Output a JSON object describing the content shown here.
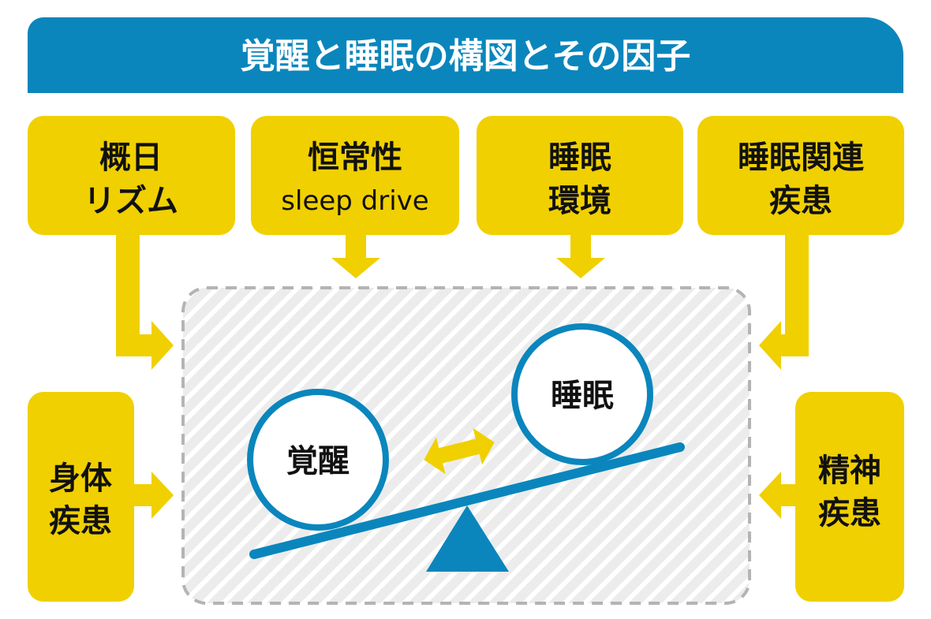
{
  "title": "覚醒と睡眠の構図とその因子",
  "colors": {
    "blue": "#0a86bd",
    "yellow": "#f0d000",
    "panel": "#ececec",
    "dash": "#b4b4b4"
  },
  "factors_top": [
    {
      "line1": "概日",
      "line2": "リズム"
    },
    {
      "line1": "恒常性",
      "line2": "sleep drive"
    },
    {
      "line1": "睡眠",
      "line2": "環境"
    },
    {
      "line1": "睡眠関連",
      "line2": "疾患"
    }
  ],
  "factors_side": [
    {
      "line1": "身体",
      "line2": "疾患"
    },
    {
      "line1": "精神",
      "line2": "疾患"
    }
  ],
  "balance": {
    "wake": "覚醒",
    "sleep": "睡眠"
  }
}
